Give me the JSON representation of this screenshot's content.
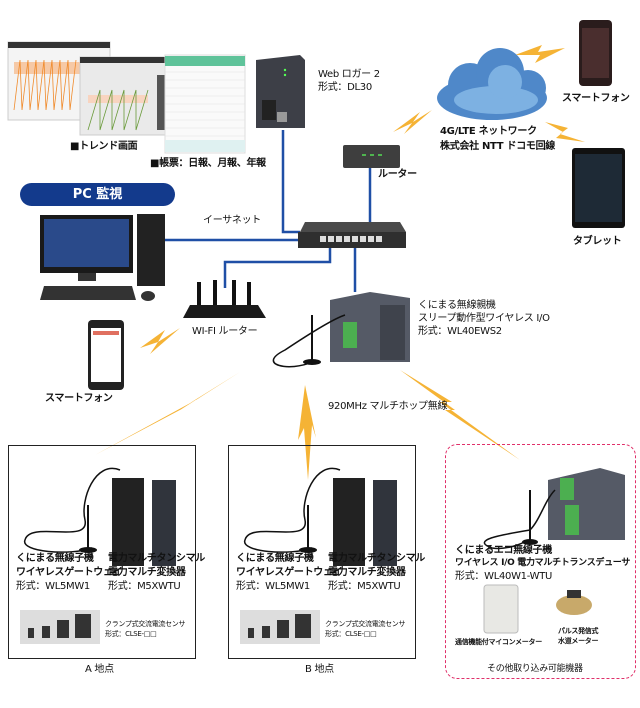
{
  "colors": {
    "ethernet": "#1f4fa6",
    "wireless": "#f5b335",
    "banner": "#133a8c",
    "other_devices_border": "#e0306a",
    "cloud": "#5b9bd5"
  },
  "trend": {
    "label": "■トレンド画面"
  },
  "report": {
    "label": "■帳票：日報、月報、年報"
  },
  "logger": {
    "name": "Web ロガー 2",
    "model": "形式：DL30"
  },
  "cloud": {
    "line1": "4G/LTE ネットワーク",
    "line2": "株式会社 NTT ドコモ回線"
  },
  "smartphone_top": {
    "label": "スマートフォン"
  },
  "tablet": {
    "label": "タブレット"
  },
  "router": {
    "label": "ルーター"
  },
  "pc": {
    "banner": "PC 監視"
  },
  "ethernet": {
    "label": "イーサネット"
  },
  "wifi_router": {
    "label": "WI-FI ルーター"
  },
  "smartphone_left": {
    "label": "スマートフォン"
  },
  "parent": {
    "line1": "くにまる無線親機",
    "line2": "スリープ動作型ワイヤレス I/O",
    "line3": "形式：WL40EWS2"
  },
  "radio": {
    "label": "920MHz マルチホップ無線"
  },
  "sites": [
    {
      "name": "A 地点",
      "gateway": {
        "line1": "くにまる無線子機",
        "line2": "ワイヤレスゲートウェイ",
        "line3": "形式：WL5MW1"
      },
      "converter": {
        "line1": "電力マルチタンシマル",
        "line2": "電力マルチ変換器",
        "line3": "形式：M5XWTU"
      },
      "sensor": {
        "line1": "クランプ式交流電流センサ",
        "line2": "形式：CLSE-□□"
      }
    },
    {
      "name": "B 地点",
      "gateway": {
        "line1": "くにまる無線子機",
        "line2": "ワイヤレスゲートウェイ",
        "line3": "形式：WL5MW1"
      },
      "converter": {
        "line1": "電力マルチタンシマル",
        "line2": "電力マルチ変換器",
        "line3": "形式：M5XWTU"
      },
      "sensor": {
        "line1": "クランプ式交流電流センサ",
        "line2": "形式：CLSE-□□"
      }
    }
  ],
  "other": {
    "name": "その他取り込み可能機器",
    "device": {
      "line1": "くにまるエコ無線子機",
      "line2": "ワイヤレス I/O 電力マルチトランスデューサ",
      "line3": "形式：WL40W1-WTU"
    },
    "gas_meter": "通信機能付マイコンメーター",
    "water_meter": {
      "line1": "パルス発信式",
      "line2": "水道メーター"
    }
  }
}
